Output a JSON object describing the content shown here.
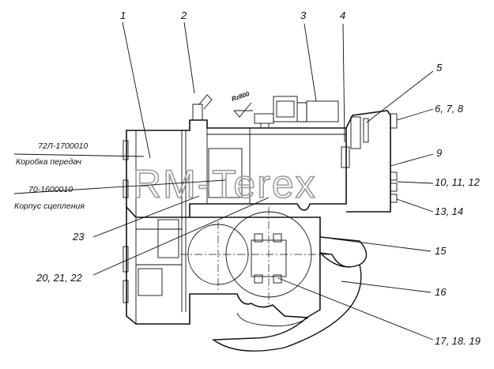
{
  "watermark": "RM-Terex",
  "surface_finish": "Rz800",
  "callouts": [
    {
      "id": "c1",
      "text": "1"
    },
    {
      "id": "c2",
      "text": "2"
    },
    {
      "id": "c3",
      "text": "3"
    },
    {
      "id": "c4",
      "text": "4"
    },
    {
      "id": "c5",
      "text": "5"
    },
    {
      "id": "c6",
      "text": "6, 7, 8"
    },
    {
      "id": "c9",
      "text": "9"
    },
    {
      "id": "c10",
      "text": "10, 11, 12"
    },
    {
      "id": "c13",
      "text": "13, 14"
    },
    {
      "id": "c15",
      "text": "15"
    },
    {
      "id": "c16",
      "text": "16"
    },
    {
      "id": "c17",
      "text": "17, 18. 19"
    },
    {
      "id": "c20",
      "text": "20, 21, 22"
    },
    {
      "id": "c23",
      "text": "23"
    }
  ],
  "assemblies": [
    {
      "number": "72Л-1700010",
      "name": "Коробка передач"
    },
    {
      "number": "70-1600010",
      "name": "Корпус сцепления"
    }
  ]
}
